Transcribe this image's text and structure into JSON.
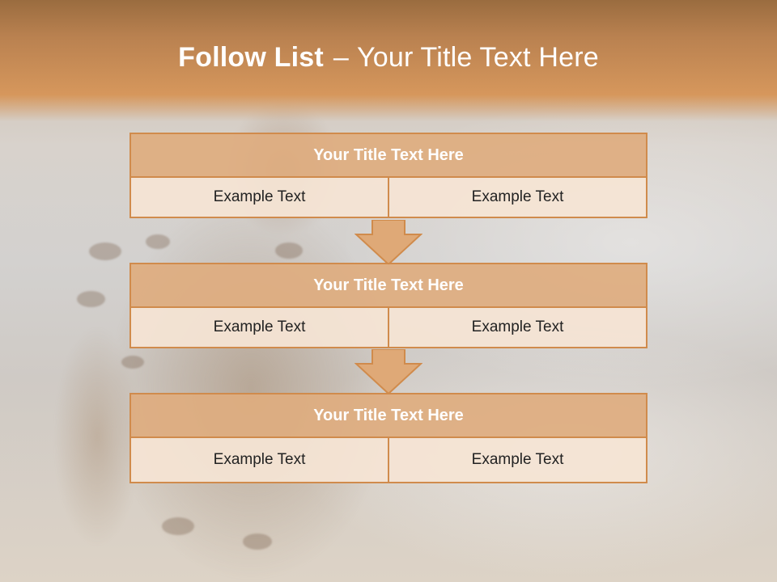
{
  "slide": {
    "title_bold": "Follow List",
    "title_separator": "–",
    "title_rest": "Your Title Text Here"
  },
  "stages": [
    {
      "title": "Your Title Text Here",
      "items": [
        "Example Text",
        "Example Text"
      ]
    },
    {
      "title": "Your Title Text Here",
      "items": [
        "Example Text",
        "Example Text"
      ]
    },
    {
      "title": "Your Title Text Here",
      "items": [
        "Example Text",
        "Example Text"
      ]
    }
  ],
  "colors": {
    "header_band": "#d6975c",
    "stage_title_fill": "#deaD7f",
    "stage_border": "#d08b4c",
    "stage_body_fill": "#f5e4d4",
    "arrow_fill": "#dfa977"
  }
}
